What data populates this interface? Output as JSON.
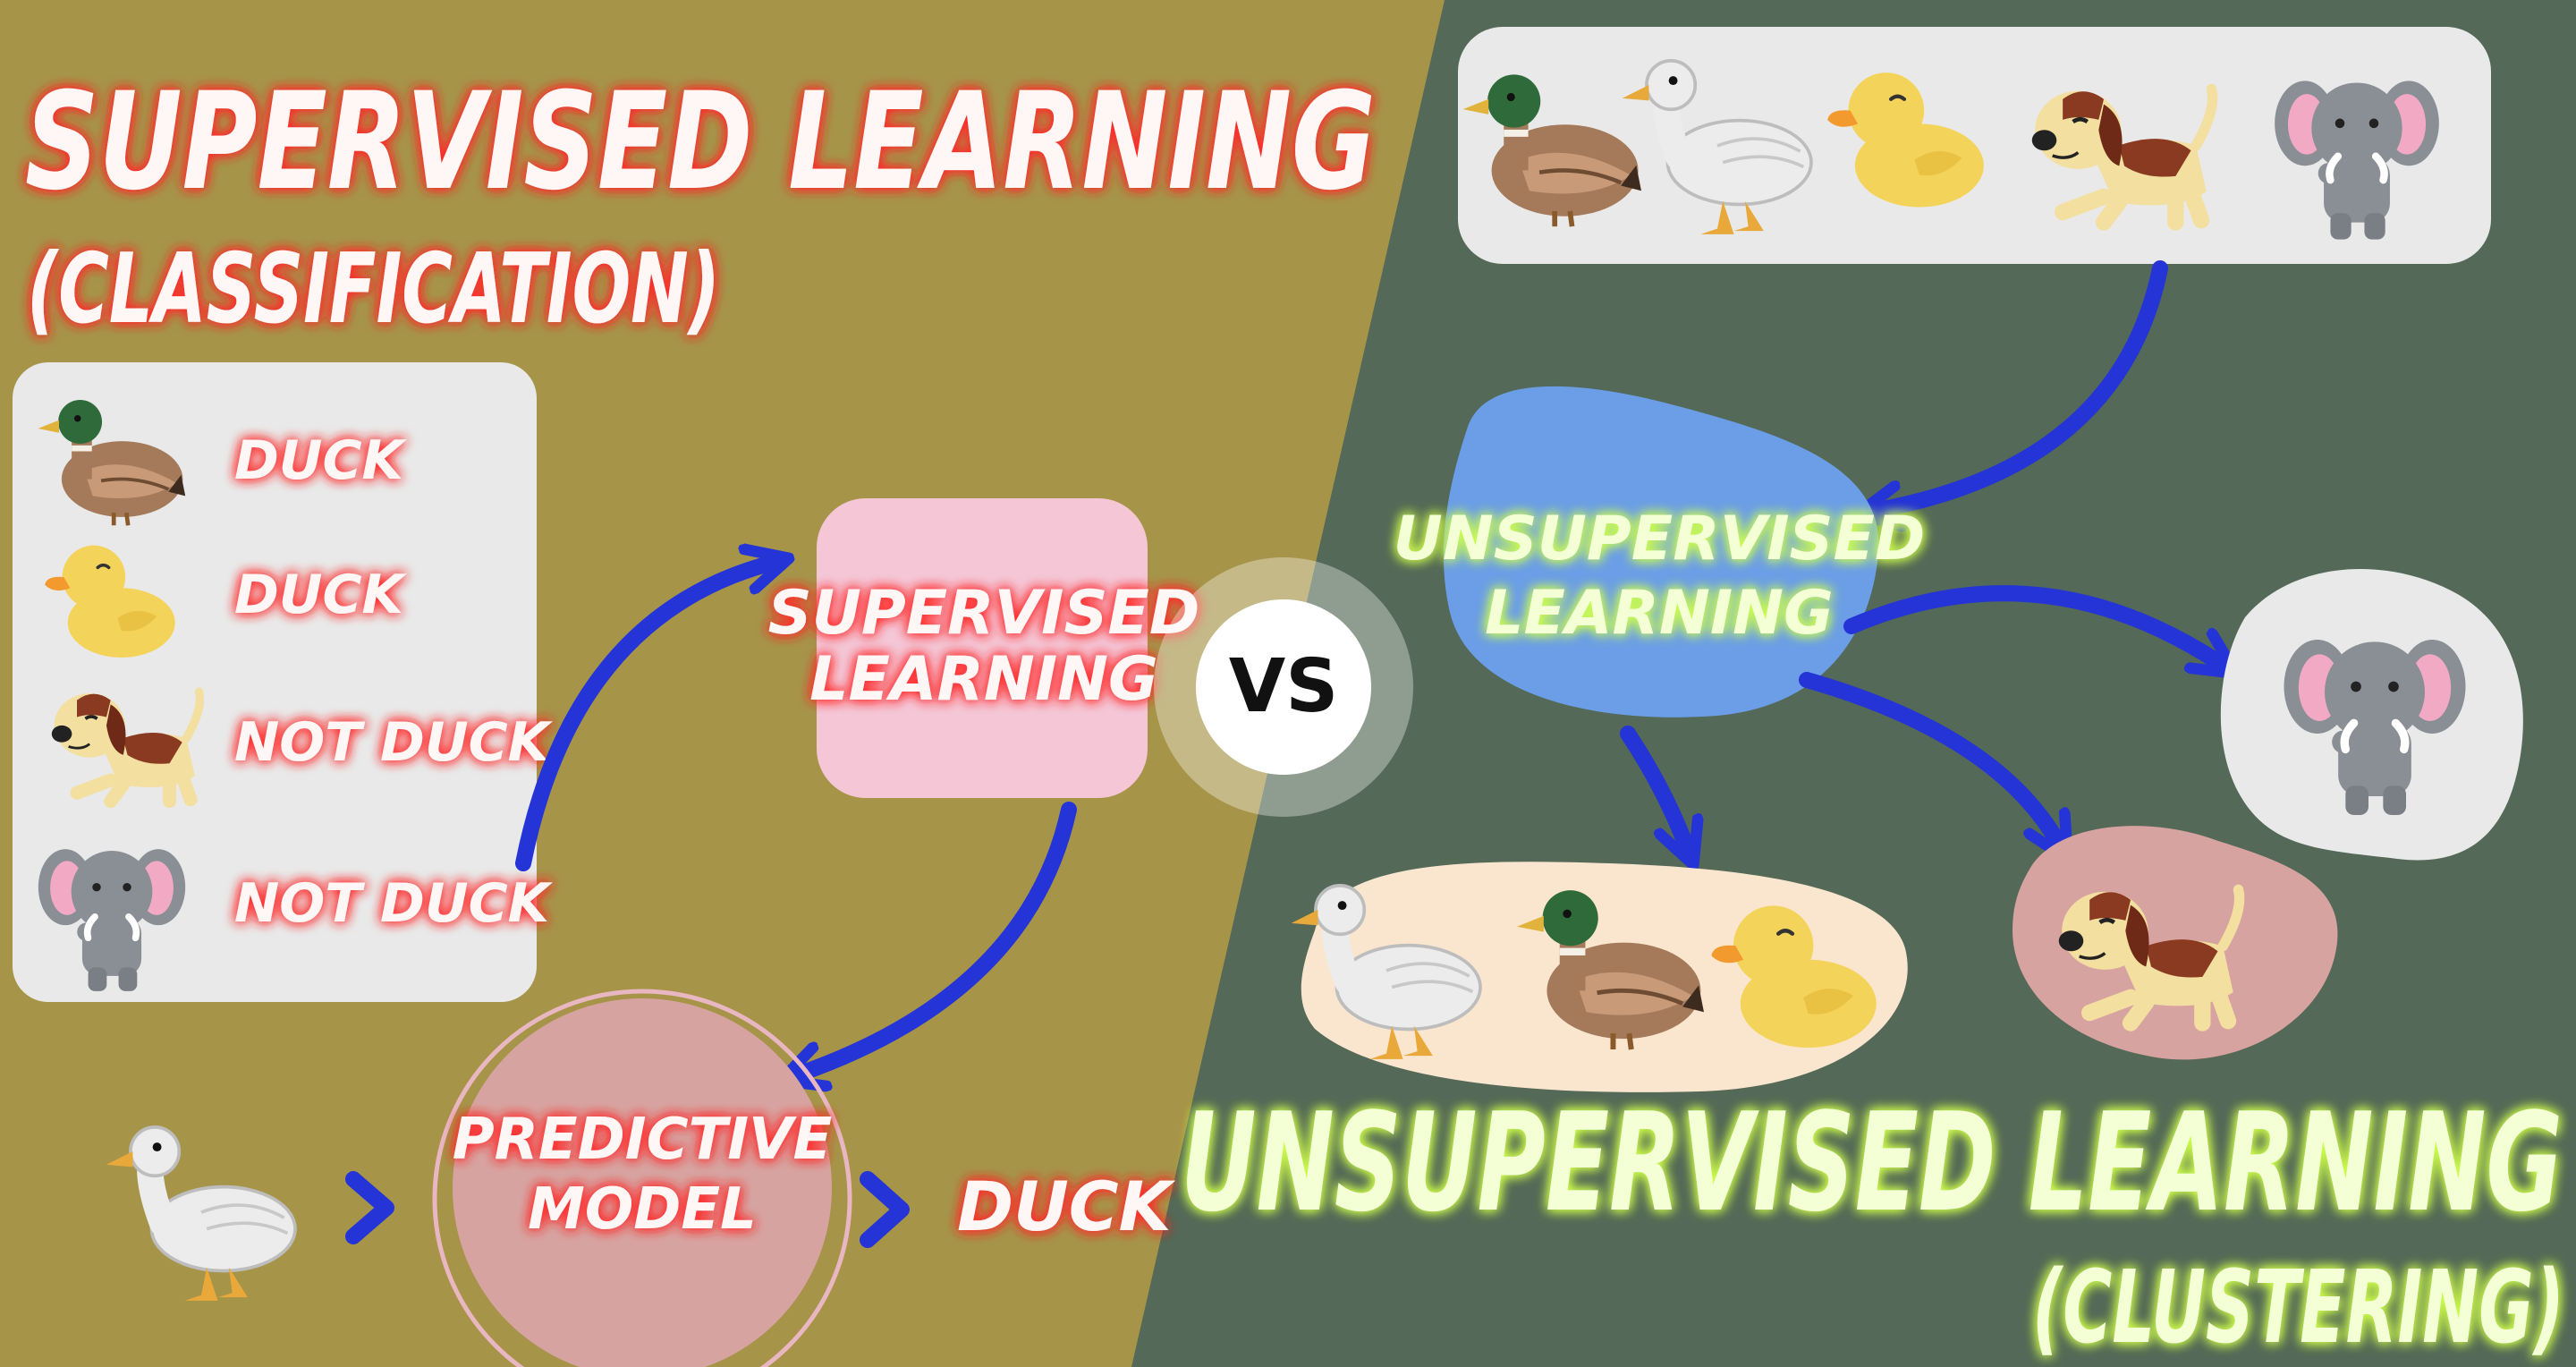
{
  "supervised": {
    "title": "SUPERVISED LEARNING",
    "subtitle": "(CLASSIFICATION)",
    "training_labels": [
      "DUCK",
      "DUCK",
      "NOT DUCK",
      "NOT DUCK"
    ],
    "training_items": [
      "mallard-duck",
      "rubber-duckling",
      "beagle-dog",
      "elephant"
    ],
    "node_label": "SUPERVISED LEARNING",
    "model_label": "PREDICTIVE MODEL",
    "input_item": "white-goose",
    "output_label": "DUCK"
  },
  "versus": "VS",
  "unsupervised": {
    "title": "UNSUPERVISED LEARNING",
    "subtitle": "(CLUSTERING)",
    "input_items": [
      "mallard-duck",
      "white-goose",
      "rubber-duckling",
      "beagle-dog",
      "elephant"
    ],
    "node_label": "UNSUPERVISED LEARNING",
    "clusters": [
      {
        "items": [
          "white-goose",
          "mallard-duck",
          "rubber-duckling"
        ]
      },
      {
        "items": [
          "beagle-dog"
        ]
      },
      {
        "items": [
          "elephant"
        ]
      }
    ]
  },
  "colors": {
    "left_bg": "#a69449",
    "right_bg": "#546957",
    "arrow": "#2434d6",
    "red_glow": "#ff3030",
    "green_glow": "#d8ff60",
    "pink_box": "#f4c6d6",
    "blue_blob": "#6b9ee6"
  }
}
